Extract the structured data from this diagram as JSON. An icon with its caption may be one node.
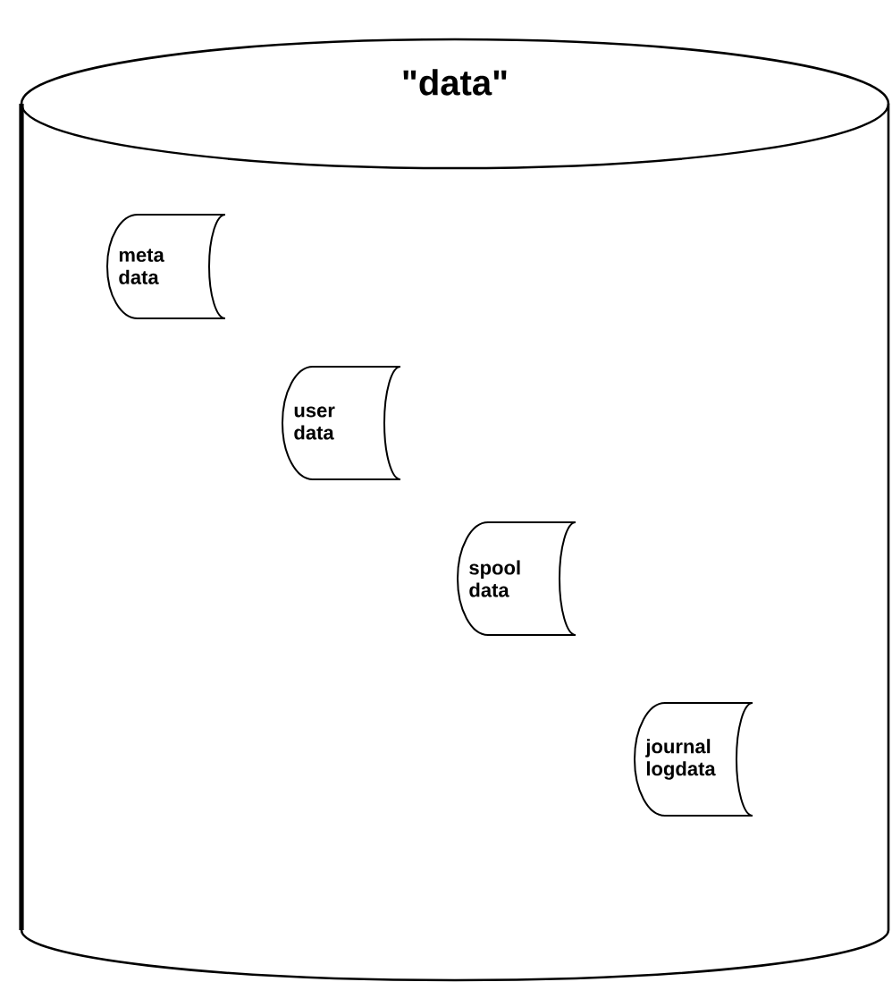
{
  "diagram": {
    "nodes": [
      {
        "text": [
          "\"data\""
        ]
      },
      {
        "text": [
          "meta data"
        ],
        "in": 0
      },
      {
        "text": [
          "user data"
        ],
        "in": 0
      },
      {
        "text": [
          "spool data"
        ],
        "in": 0
      },
      {
        "text": [
          "journal logdata"
        ],
        "in": 0
      }
    ]
  }
}
